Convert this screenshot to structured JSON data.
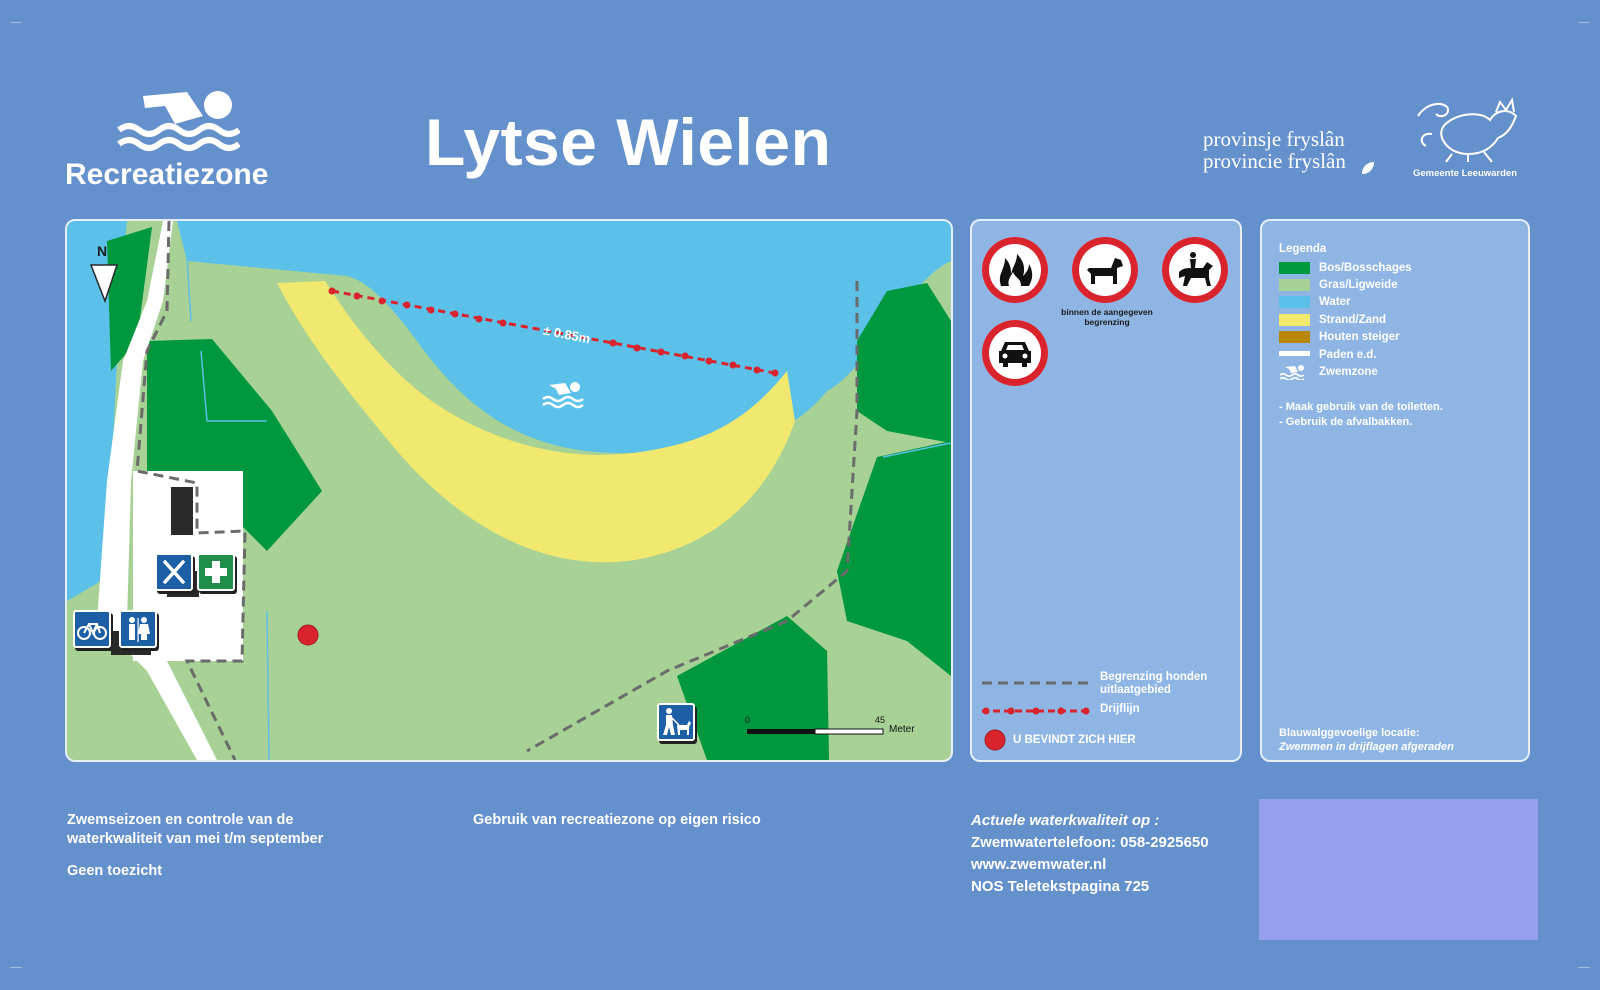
{
  "header": {
    "zone_label": "Recreatiezone",
    "title": "Lytse Wielen",
    "province_line_1": "provinsje fryslân",
    "province_line_2": "provincie fryslân",
    "municipality_prefix": "Gemeente",
    "municipality_name": "Leeuwarden"
  },
  "map": {
    "north_label": "N",
    "distance_label": "± 0.85m",
    "scale_start": "0",
    "scale_end": "45",
    "scale_unit": "Meter",
    "icons": [
      "swimmer-icon",
      "cutlery-icon",
      "first-aid-icon",
      "bicycle-icon",
      "toilet-icon",
      "dog-walker-icon",
      "you-are-here-marker"
    ]
  },
  "signs": {
    "no_fire": "no-fire-icon",
    "no_dogs": "no-dogs-icon",
    "no_dogs_caption_1": "binnen de aangegeven",
    "no_dogs_caption_2": "begrenzing",
    "no_horses": "no-horses-icon",
    "no_cars": "no-cars-icon",
    "dog_boundary_label_1": "Begrenzing honden",
    "dog_boundary_label_2": "uitlaatgebied",
    "buoy_line_label": "Drijflijn",
    "you_are_here": "U BEVINDT ZICH HIER"
  },
  "legend": {
    "title": "Legenda",
    "items": [
      {
        "label": "Bos/Bosschages",
        "color": "#00983f"
      },
      {
        "label": "Gras/Ligweide",
        "color": "#a7d195"
      },
      {
        "label": "Water",
        "color": "#5bc1e8"
      },
      {
        "label": "Strand/Zand",
        "color": "#f1e96f"
      },
      {
        "label": "Houten steiger",
        "color": "#b8860b"
      },
      {
        "label": "Paden e.d.",
        "color": "#ffffff"
      },
      {
        "label": "Zwemzone",
        "color": "swimmer-icon"
      }
    ],
    "notes": [
      "- Maak gebruik van de toiletten.",
      "- Gebruik de afvalbakken."
    ],
    "algae_label": "Blauwalggevoelige locatie:",
    "algae_text": "Zwemmen in drijflagen afgeraden"
  },
  "footer": {
    "season_line_1": "Zwemseizoen en controle van de",
    "season_line_2": "waterkwaliteit van mei t/m september",
    "supervision": "Geen toezicht",
    "risk": "Gebruik van recreatiezone op eigen risico",
    "quality_heading": "Actuele waterkwaliteit op :",
    "phone": "Zwemwatertelefoon: 058-2925650",
    "website": "www.zwemwater.nl",
    "teletext": "NOS Teletekstpagina 725"
  },
  "colors": {
    "background": "#6490cc",
    "panel": "#8eb5e3",
    "sign_red": "#d9232d",
    "placeholder_box": "#969fed"
  }
}
